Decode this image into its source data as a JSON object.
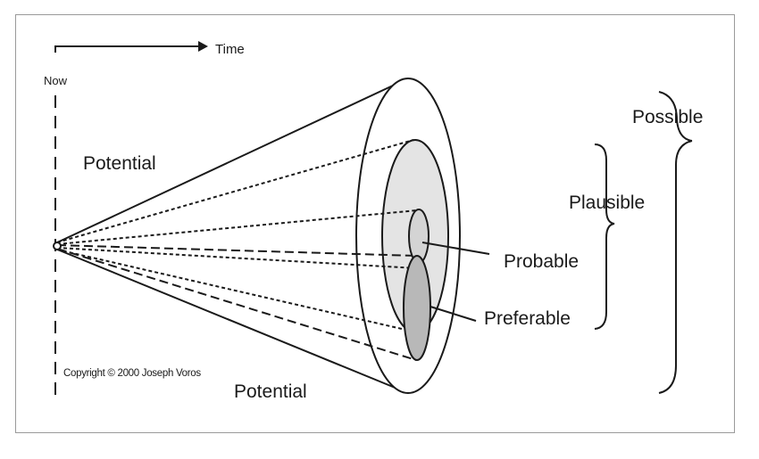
{
  "diagram": {
    "title": "Futures Cone",
    "axis": {
      "time_label": "Time",
      "now_label": "Now"
    },
    "regions": {
      "potential_top": "Potential",
      "potential_bottom": "Potential"
    },
    "futures": [
      {
        "id": "possible",
        "label": "Possible"
      },
      {
        "id": "plausible",
        "label": "Plausible"
      },
      {
        "id": "probable",
        "label": "Probable"
      },
      {
        "id": "preferable",
        "label": "Preferable"
      }
    ],
    "copyright": "Copyright © 2000 Joseph Voros",
    "colors": {
      "line": "#1a1a1a",
      "plausible_fill": "#e4e4e4",
      "probable_fill": "#d4d4d4",
      "preferable_fill": "#b8b8b8",
      "frame": "#9a9a9a"
    }
  }
}
